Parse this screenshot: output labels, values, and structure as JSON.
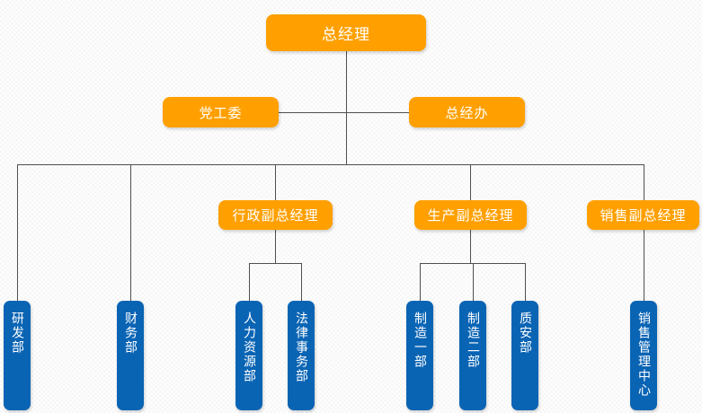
{
  "colors": {
    "role_node": "#ffa000",
    "department_node": "#0a64b4",
    "node_text": "#ffffff",
    "connector": "#4f4f4f",
    "background_checker": "#f6f6f6"
  },
  "nodes": {
    "gm": {
      "label": "总经理"
    },
    "dgw": {
      "label": "党工委"
    },
    "zjb": {
      "label": "总经办"
    },
    "xz": {
      "label": "行政副总经理"
    },
    "sc": {
      "label": "生产副总经理"
    },
    "xs": {
      "label": "销售副总经理"
    },
    "yfb": {
      "label": "研发部"
    },
    "cwb": {
      "label": "财务部"
    },
    "rlzyb": {
      "label": "人力资源部"
    },
    "flswb": {
      "label": "法律事务部"
    },
    "zzyb": {
      "label": "制造一部"
    },
    "zzeb": {
      "label": "制造二部"
    },
    "zab": {
      "label": "质安部"
    },
    "xsglzx": {
      "label": "销售管理中心"
    }
  },
  "hierarchy": {
    "root": "总经理",
    "staff": [
      "党工委",
      "总经办"
    ],
    "branches": [
      {
        "label": "研发部",
        "children": []
      },
      {
        "label": "财务部",
        "children": []
      },
      {
        "label": "行政副总经理",
        "children": [
          "人力资源部",
          "法律事务部"
        ]
      },
      {
        "label": "生产副总经理",
        "children": [
          "制造一部",
          "制造二部",
          "质安部"
        ]
      },
      {
        "label": "销售副总经理",
        "children": [
          "销售管理中心"
        ]
      }
    ]
  }
}
